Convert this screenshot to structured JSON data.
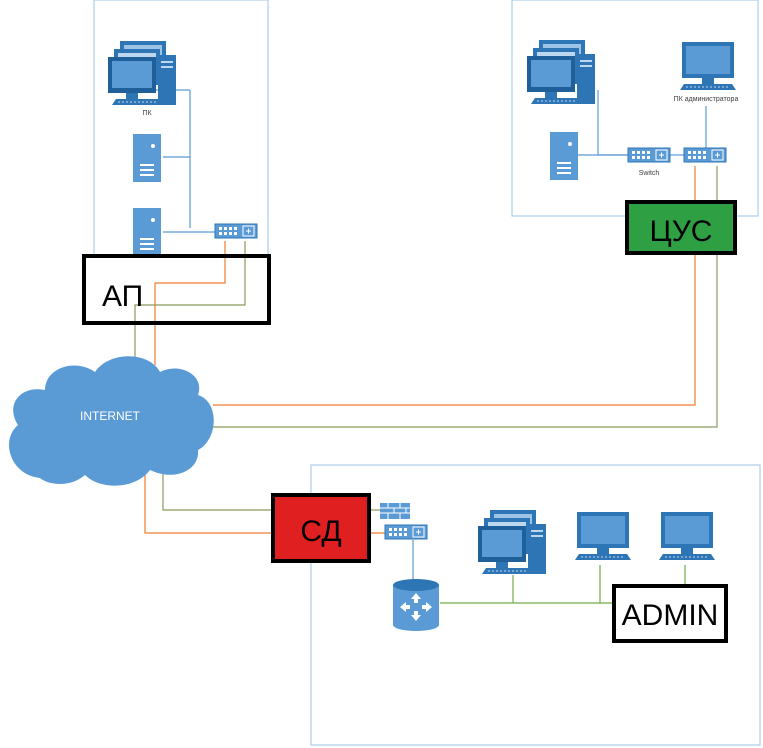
{
  "colors": {
    "panel_border": "#9dc3e6",
    "device_blue": "#5b9bd5",
    "device_dark": "#2e75b6",
    "cloud": "#5b9bd5",
    "link_orange": "#ed7d31",
    "link_olive": "#8a9a5b",
    "link_blue": "#5b9bd5",
    "link_green": "#70ad47",
    "tsus_fill": "#2ea043",
    "sd_fill": "#e02020"
  },
  "labels": {
    "ap": "АП",
    "tsus": "ЦУС",
    "sd": "СД",
    "admin": "ADMIN",
    "internet": "INTERNET",
    "pc": "ПК",
    "switch": "Switch",
    "pc_admin": "ПК администратора"
  },
  "icons": {
    "workstation": "workstation-group-icon",
    "monitor": "monitor-icon",
    "server": "server-tower-icon",
    "switch": "network-switch-icon",
    "router": "router-icon",
    "firewall": "firewall-icon"
  }
}
